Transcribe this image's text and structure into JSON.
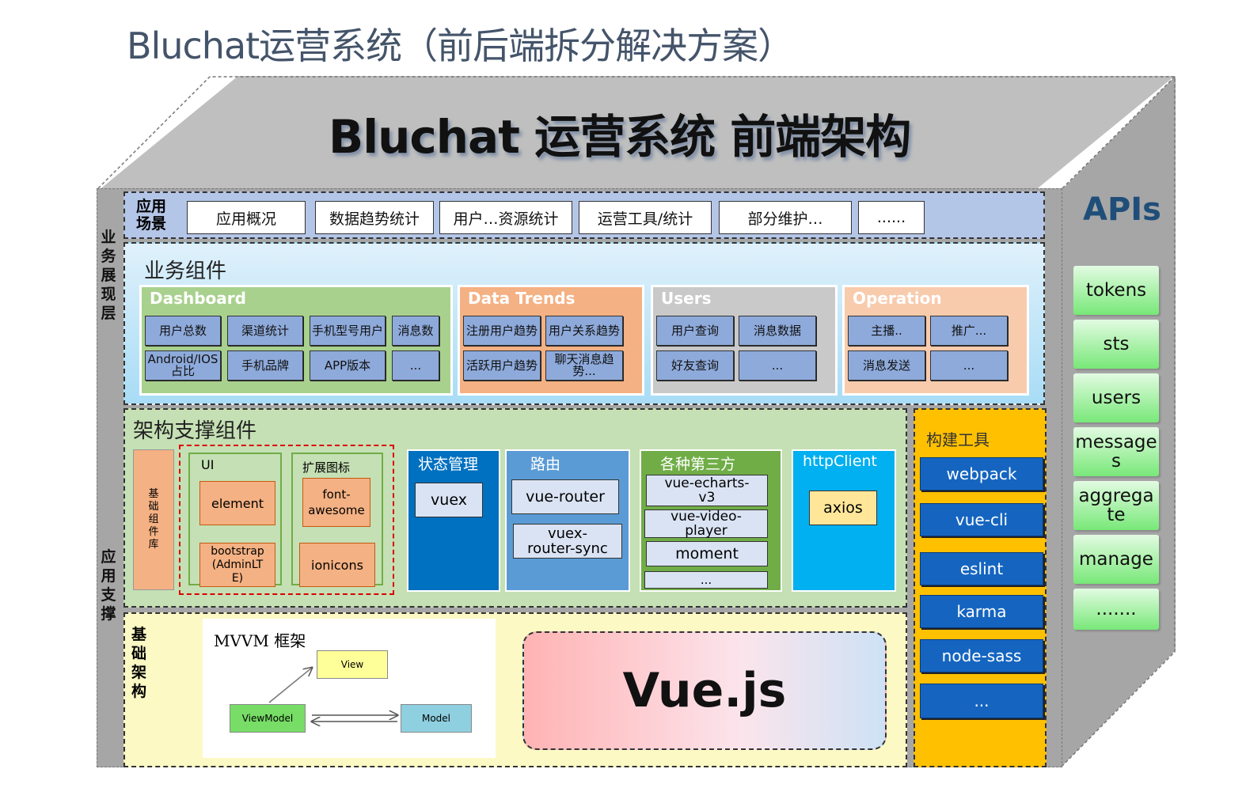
{
  "page_title": "Bluchat运营系统（前后端拆分解决方案）",
  "main_title": "Bluchat 运营系统 前端架构",
  "left_labels": {
    "top": "业务展现层",
    "bottom": "应用支撑"
  },
  "scenario": {
    "label": "应用场景",
    "items": [
      "应用概况",
      "数据趋势统计",
      "用户…资源统计",
      "运营工具/统计",
      "部分维护…",
      "......"
    ]
  },
  "biz": {
    "title": "业务组件",
    "groups": [
      {
        "title": "Dashboard",
        "items": [
          "用户总数",
          "渠道统计",
          "手机型号用户",
          "消息数",
          "Android/IOS占比",
          "手机品牌",
          "APP版本",
          "..."
        ]
      },
      {
        "title": "Data Trends",
        "items": [
          "注册用户趋势",
          "用户关系趋势",
          "活跃用户趋势",
          "聊天消息趋势..."
        ]
      },
      {
        "title": "Users",
        "items": [
          "用户查询",
          "消息数据",
          "好友查询",
          "..."
        ]
      },
      {
        "title": "Operation",
        "items": [
          "主播..",
          "推广...",
          "消息发送",
          "..."
        ]
      }
    ]
  },
  "arch": {
    "title": "架构支撑组件",
    "base_lib": "基础组件库",
    "ui": {
      "title": "UI",
      "items": [
        "element",
        "bootstrap\n(AdminLT\nE)"
      ]
    },
    "icons": {
      "title": "扩展图标",
      "items": [
        "font-\nawesome",
        "ionicons"
      ]
    },
    "state": {
      "title": "状态管理",
      "items": [
        "vuex"
      ]
    },
    "router": {
      "title": "路由",
      "items": [
        "vue-router",
        "vuex-\nrouter-sync"
      ]
    },
    "third": {
      "title": "各种第三方",
      "items": [
        "vue-echarts-\nv3",
        "vue-video-\nplayer",
        "moment",
        "..."
      ]
    },
    "http": {
      "title": "httpClient",
      "items": [
        "axios"
      ]
    }
  },
  "base": {
    "label": "基础架构",
    "mvvm_title": "MVVM 框架",
    "view": "View",
    "viewmodel": "ViewModel",
    "model": "Model",
    "vue": "Vue.js"
  },
  "build": {
    "title": "构建工具",
    "items": [
      "webpack",
      "vue-cli",
      "eslint",
      "karma",
      "node-sass",
      "..."
    ]
  },
  "apis": {
    "title": "APIs",
    "items": [
      "tokens",
      "sts",
      "users",
      "message\ns",
      "aggrega\nte",
      "manage",
      "......."
    ]
  },
  "colors": {
    "dashboard": "#a9d18e",
    "trends": "#f4b183",
    "users": "#c9c9c9",
    "operation": "#f8cbad",
    "state": "#0070c0",
    "router": "#5b9bd5",
    "third": "#70ad47",
    "http": "#00b0f0"
  }
}
